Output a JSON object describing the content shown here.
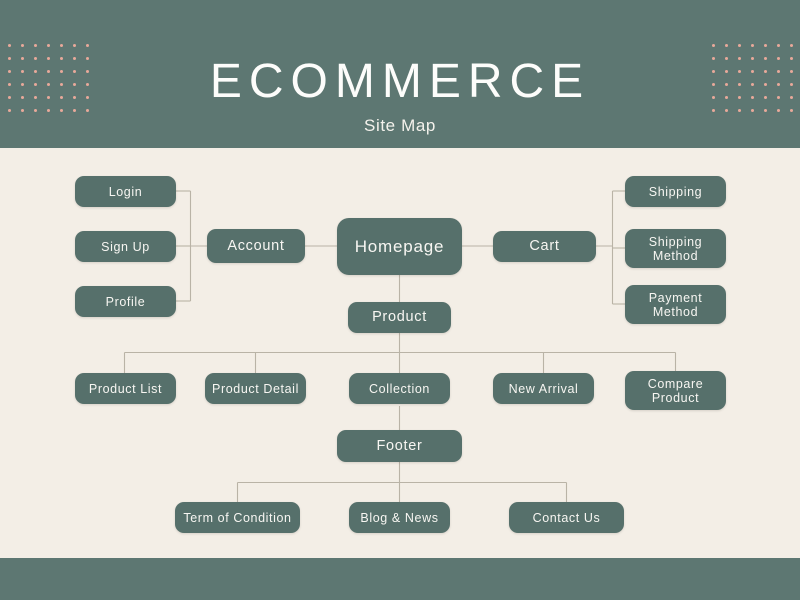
{
  "header": {
    "title": "ECOMMERCE",
    "subtitle": "Site Map",
    "background_color": "#5d7772",
    "dot_color": "#e8a99a"
  },
  "canvas": {
    "background_color": "#f3eee6",
    "node_color": "#56706b",
    "node_text_color": "#f7f6f2",
    "connector_color": "#b9b3a6"
  },
  "nodes": {
    "login": "Login",
    "signup": "Sign Up",
    "profile": "Profile",
    "account": "Account",
    "homepage": "Homepage",
    "cart": "Cart",
    "shipping": "Shipping",
    "shipping_method": "Shipping\nMethod",
    "payment_method": "Payment\nMethod",
    "product": "Product",
    "product_list": "Product List",
    "product_detail": "Product Detail",
    "collection": "Collection",
    "new_arrival": "New Arrival",
    "compare_product": "Compare\nProduct",
    "footer": "Footer",
    "term_of_condition": "Term of Condition",
    "blog_and_news": "Blog & News",
    "contact_us": "Contact Us"
  }
}
